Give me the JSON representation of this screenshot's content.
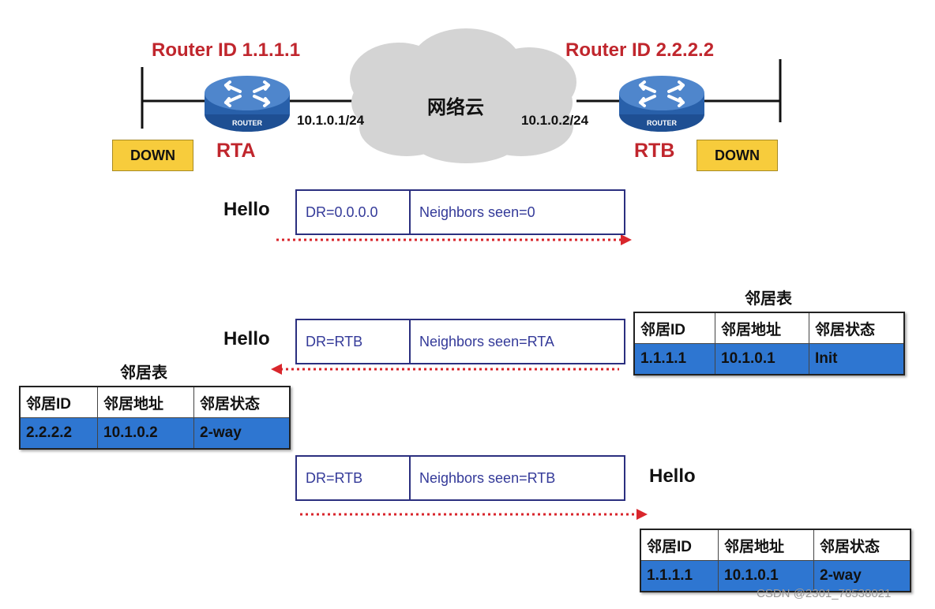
{
  "topology": {
    "cloud_label": "网络云",
    "rta": {
      "router_id": "Router ID 1.1.1.1",
      "name": "RTA",
      "ip": "10.1.0.1/24",
      "status": "DOWN",
      "icon_text": "ROUTER"
    },
    "rtb": {
      "router_id": "Router ID 2.2.2.2",
      "name": "RTB",
      "ip": "10.1.0.2/24",
      "status": "DOWN",
      "icon_text": "ROUTER"
    }
  },
  "hello1": {
    "label": "Hello",
    "dr": "DR=0.0.0.0",
    "neighbors": "Neighbors seen=0"
  },
  "hello2": {
    "label": "Hello",
    "dr": "DR=RTB",
    "neighbors": "Neighbors seen=RTA"
  },
  "hello3": {
    "label": "Hello",
    "dr": "DR=RTB",
    "neighbors": "Neighbors seen=RTB"
  },
  "tables": {
    "headers": [
      "邻居ID",
      "邻居地址",
      "邻居状态"
    ],
    "rtb_init": {
      "title": "邻居表",
      "row": [
        "1.1.1.1",
        "10.1.0.1",
        "Init"
      ]
    },
    "rta_2way": {
      "title": "邻居表",
      "row": [
        "2.2.2.2",
        "10.1.0.2",
        "2-way"
      ]
    },
    "rtb_2way": {
      "row": [
        "1.1.1.1",
        "10.1.0.1",
        "2-way"
      ]
    }
  },
  "colors": {
    "router_id": "#c0262d",
    "down_badge": "#f7cc3c",
    "table_row": "#2e76d1",
    "arrow": "#d9262c",
    "packet_border": "#2b2f7f"
  },
  "watermark": "CSDN @2301_78538021"
}
